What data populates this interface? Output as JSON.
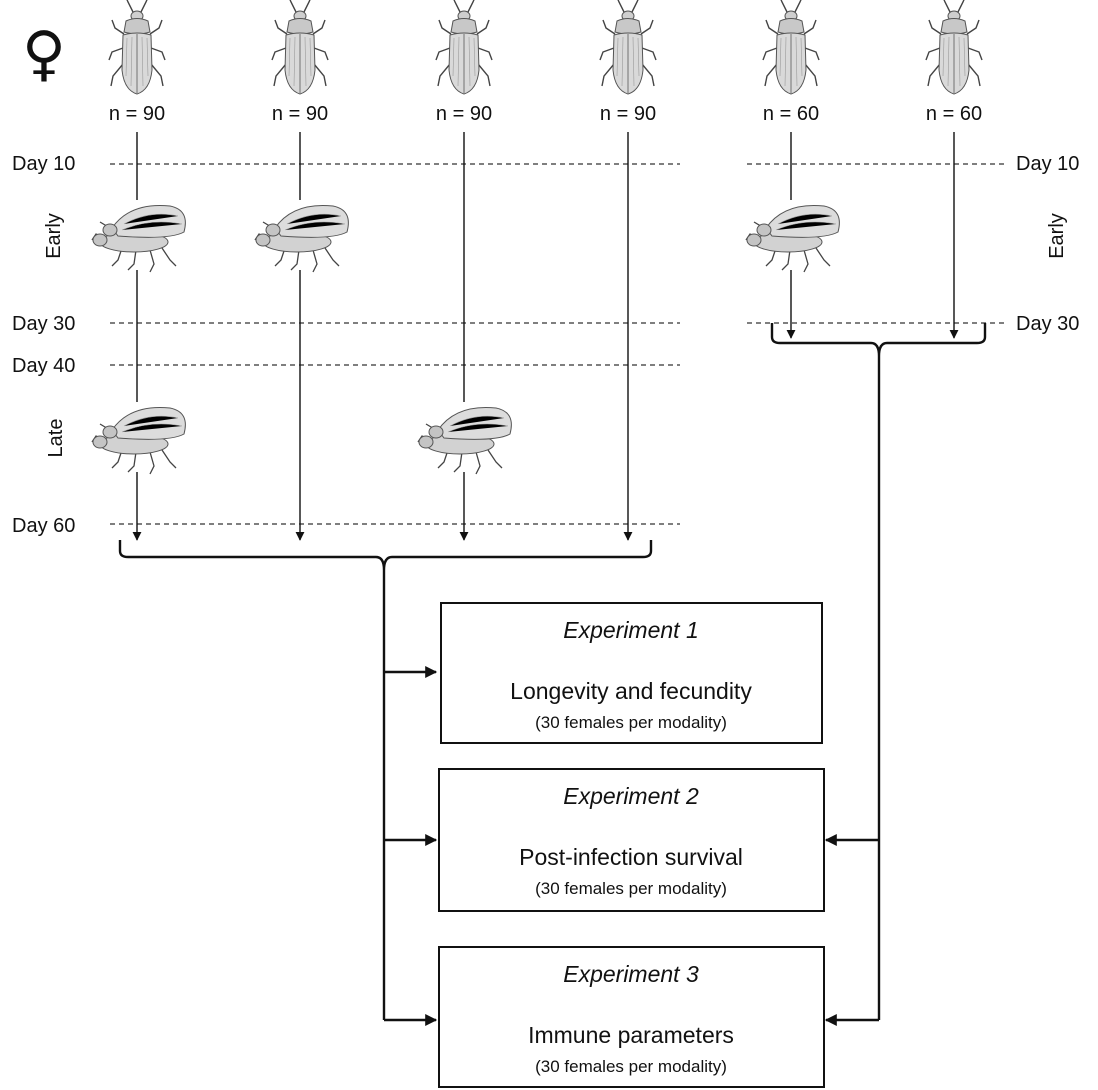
{
  "female_symbol": "♀",
  "groups": [
    {
      "n_label": "n = 90",
      "early_mating": true,
      "late_mating": true
    },
    {
      "n_label": "n = 90",
      "early_mating": true,
      "late_mating": false
    },
    {
      "n_label": "n = 90",
      "early_mating": false,
      "late_mating": true
    },
    {
      "n_label": "n = 90",
      "early_mating": false,
      "late_mating": false
    },
    {
      "n_label": "n = 60",
      "early_mating": true,
      "late_mating": false
    },
    {
      "n_label": "n = 60",
      "early_mating": false,
      "late_mating": false
    }
  ],
  "timeline": {
    "day10": "Day 10",
    "day30": "Day 30",
    "day40": "Day 40",
    "day60": "Day 60",
    "early": "Early",
    "late": "Late"
  },
  "experiments": [
    {
      "title": "Experiment 1",
      "name": "Longevity and fecundity",
      "detail": "(30 females per modality)"
    },
    {
      "title": "Experiment 2",
      "name": "Post-infection survival",
      "detail": "(30 females per modality)"
    },
    {
      "title": "Experiment 3",
      "name": "Immune parameters",
      "detail": "(30 females per modality)"
    }
  ],
  "colors": {
    "ink": "#111111",
    "beetle_fill": "#d9d9d9",
    "beetle_stroke": "#555555"
  }
}
